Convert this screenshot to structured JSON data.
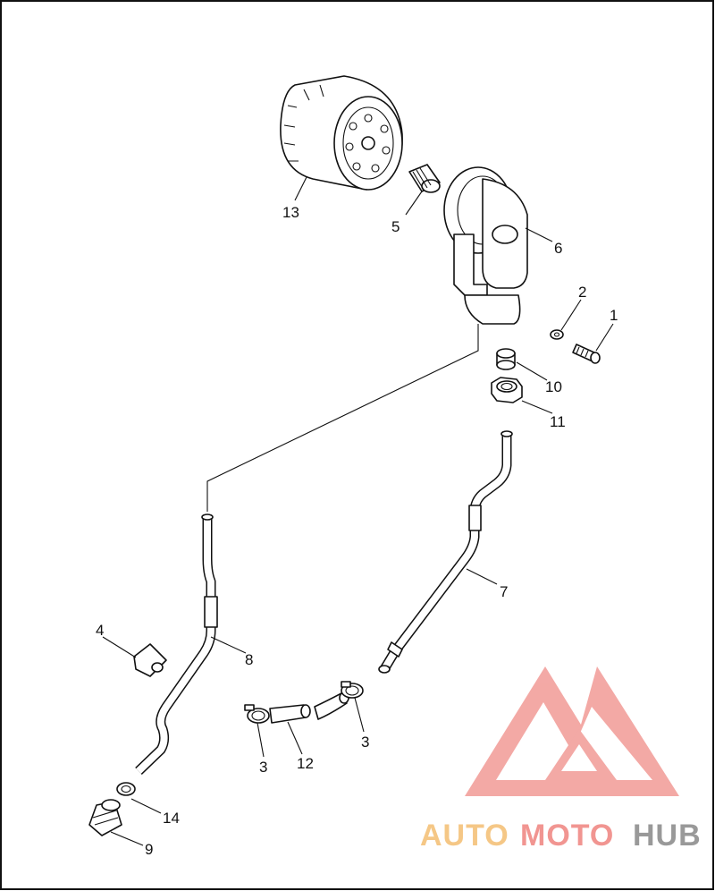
{
  "diagram": {
    "callouts": [
      {
        "id": "1",
        "text": "1"
      },
      {
        "id": "2",
        "text": "2"
      },
      {
        "id": "3a",
        "text": "3"
      },
      {
        "id": "3b",
        "text": "3"
      },
      {
        "id": "4",
        "text": "4"
      },
      {
        "id": "5",
        "text": "5"
      },
      {
        "id": "6",
        "text": "6"
      },
      {
        "id": "7",
        "text": "7"
      },
      {
        "id": "8",
        "text": "8"
      },
      {
        "id": "9",
        "text": "9"
      },
      {
        "id": "10",
        "text": "10"
      },
      {
        "id": "11",
        "text": "11"
      },
      {
        "id": "12",
        "text": "12"
      },
      {
        "id": "13",
        "text": "13"
      },
      {
        "id": "14",
        "text": "14"
      }
    ]
  },
  "watermark": {
    "word1": "AUTO",
    "word2": "MOTO",
    "word3": "HUB",
    "colors": {
      "auto": "#f4c27a",
      "moto": "#f08a86",
      "hub": "#8e8e8e",
      "logo": "#f2a09c"
    }
  },
  "frame_color": "#111111"
}
